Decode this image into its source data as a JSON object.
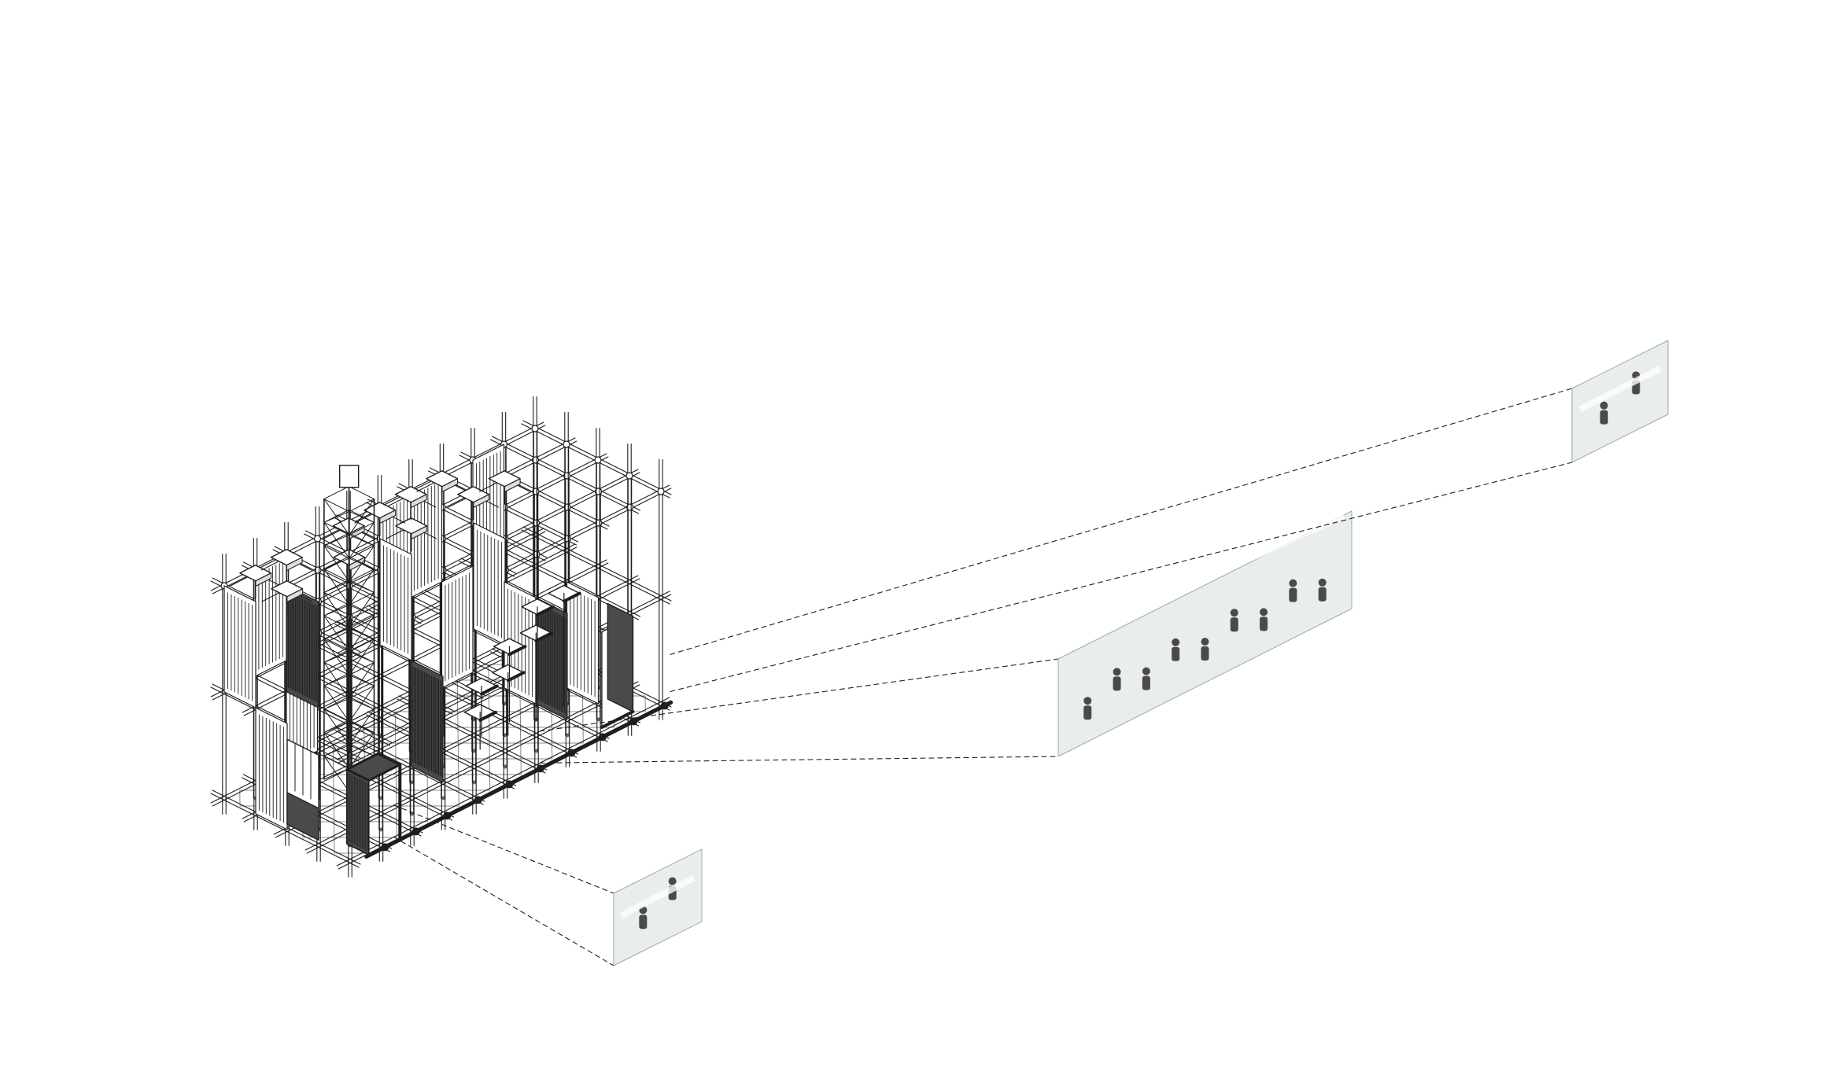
{
  "diagram": {
    "style": "isometric-line-drawing",
    "colors": {
      "line": "#1e1e1e",
      "line_light": "#6a6a6a",
      "accent_fill": "#4a4a4a",
      "panel_fill": "#e9eded",
      "background": "#ffffff"
    },
    "structure": {
      "kind": "scaffold-frame",
      "bays_long": 10,
      "bays_wide": 4,
      "levels": 2
    },
    "components": [
      {
        "name": "tower",
        "kind": "lattice-tower"
      },
      {
        "name": "left-cabin",
        "kind": "enclosed-room"
      },
      {
        "name": "front-dark-box",
        "kind": "enclosed-room"
      },
      {
        "name": "stair-platforms",
        "kind": "stepped-platforms"
      },
      {
        "name": "right-room",
        "kind": "enclosed-room"
      }
    ],
    "detail_panels": [
      {
        "name": "small-left-panel",
        "content": "standing-figure-with-boxes"
      },
      {
        "name": "central-panel",
        "content": "seated-figures-on-platforms"
      },
      {
        "name": "right-panel",
        "content": "figures-at-table"
      }
    ]
  }
}
